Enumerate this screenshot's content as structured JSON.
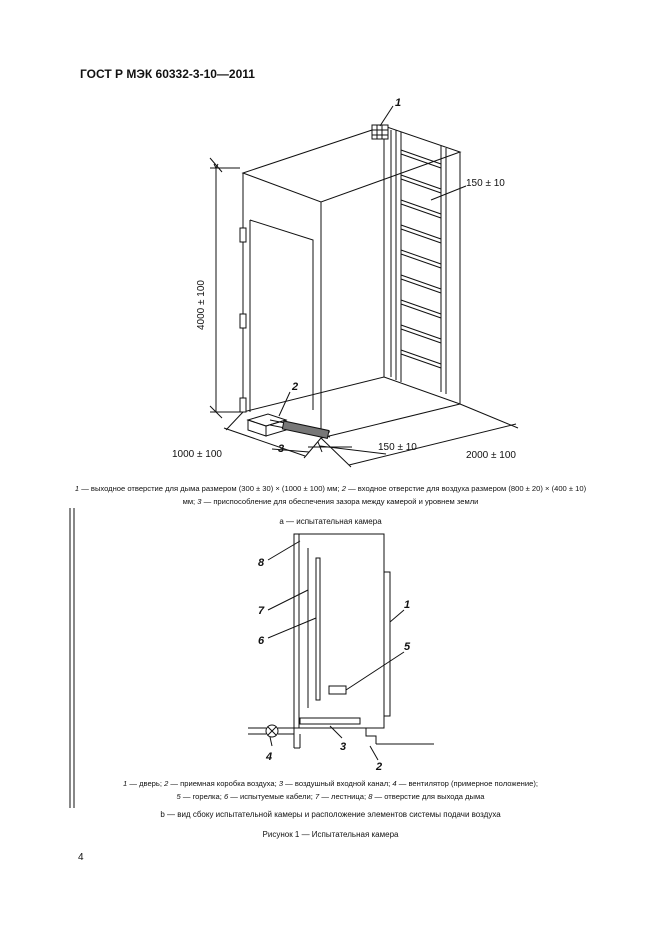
{
  "document": {
    "header": "ГОСТ Р МЭК 60332-3-10—2011",
    "page_number": "4"
  },
  "figure_a": {
    "dimensions": {
      "height": "4000 ± 100",
      "depth": "1000 ± 100",
      "width": "2000 ± 100",
      "gap": "150 ± 10",
      "ladder_offset": "150 ± 10"
    },
    "callouts": [
      "1",
      "2",
      "3"
    ],
    "legend": [
      {
        "num": "1",
        "text": " — выходное отверстие для дыма размером (300 ± 30) × (1000 ± 100) мм; "
      },
      {
        "num": "2",
        "text": " — входное отверстие для воздуха размером (800 ± 20) × (400 ± 10) мм; "
      },
      {
        "num": "3",
        "text": " — приспособление для обеспечения зазора между камерой и уровнем земли"
      }
    ],
    "subcaption": "a — испытательная камера"
  },
  "figure_b": {
    "callouts": [
      "1",
      "2",
      "3",
      "4",
      "5",
      "6",
      "7",
      "8"
    ],
    "legend": [
      {
        "num": "1",
        "text": " — дверь; "
      },
      {
        "num": "2",
        "text": " — приемная коробка воздуха; "
      },
      {
        "num": "3",
        "text": " — воздушный входной канал; "
      },
      {
        "num": "4",
        "text": " — вентилятор (примерное положение); "
      },
      {
        "num": "5",
        "text": " — горелка; "
      },
      {
        "num": "6",
        "text": " — испытуемые кабели; "
      },
      {
        "num": "7",
        "text": " — лестница; "
      },
      {
        "num": "8",
        "text": " — отверстие для выхода дыма"
      }
    ],
    "subcaption": "b — вид сбоку испытательной камеры и расположение элементов системы подачи воздуха"
  },
  "figure_title": "Рисунок 1 — Испытательная камера"
}
